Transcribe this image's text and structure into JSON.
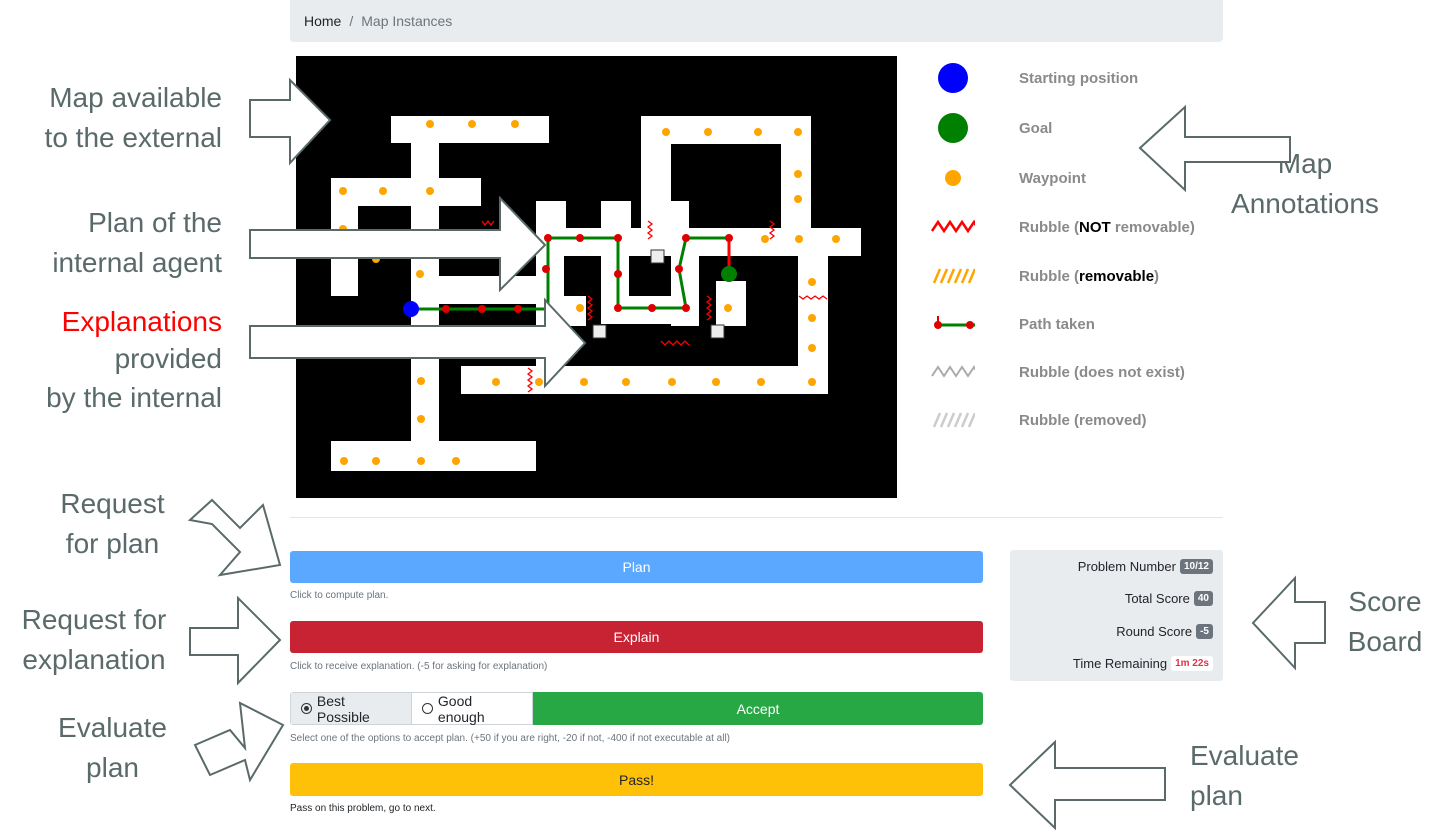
{
  "breadcrumb": {
    "home": "Home",
    "separator": "/",
    "current": "Map Instances"
  },
  "annotations": {
    "map_external": [
      "Map available",
      "to the external"
    ],
    "plan_internal": [
      "Plan of the",
      "internal agent"
    ],
    "explanations": {
      "line1": "Explanations",
      "line2": "provided",
      "line3": "by the internal"
    },
    "request_plan": [
      "Request",
      "for plan"
    ],
    "request_explanation": [
      "Request for",
      "explanation"
    ],
    "evaluate_left": [
      "Evaluate",
      "plan"
    ],
    "evaluate_right": [
      "Evaluate",
      "plan"
    ],
    "map_annotations": [
      "Map",
      "Annotations"
    ],
    "score_board": [
      "Score",
      "Board"
    ]
  },
  "legend": {
    "starting": "Starting position",
    "goal": "Goal",
    "waypoint": "Waypoint",
    "rubble_not_pre": "Rubble (",
    "rubble_not_bold": "NOT",
    "rubble_not_post": " removable)",
    "rubble_rem_pre": "Rubble (",
    "rubble_rem_bold": "removable",
    "rubble_rem_post": ")",
    "path": "Path taken",
    "rubble_none": "Rubble (does not exist)",
    "rubble_removed": "Rubble (removed)"
  },
  "controls": {
    "plan_label": "Plan",
    "plan_help": "Click to compute plan.",
    "explain_label": "Explain",
    "explain_help": "Click to receive explanation. (-5 for asking for explanation)",
    "option_best": "Best Possible",
    "option_good": "Good enough",
    "selected_option": "Best Possible",
    "accept_label": "Accept",
    "accept_help": "Select one of the options to accept plan. (+50 if you are right, -20 if not, -400 if not executable at all)",
    "pass_label": "Pass!",
    "pass_help": "Pass on this problem, go to next."
  },
  "scoreboard": {
    "problem_label": "Problem Number",
    "problem_value": "10/12",
    "total_label": "Total Score",
    "total_value": "40",
    "round_label": "Round Score",
    "round_value": "-5",
    "time_label": "Time Remaining",
    "time_value": "1m 22s"
  },
  "colors": {
    "start": "#0000ff",
    "goal": "#008000",
    "waypoint": "#ffa500",
    "rubble_not_removable": "#ff0000",
    "rubble_removable": "#ffa500",
    "path": "#008000",
    "path_node": "#dd0000",
    "plan_button": "#5aa8ff",
    "explain_button": "#c82333",
    "accept_button": "#28a745",
    "pass_button": "#ffc107",
    "annotation_text": "#5a6a6a",
    "explanations_text": "#ff0000"
  }
}
